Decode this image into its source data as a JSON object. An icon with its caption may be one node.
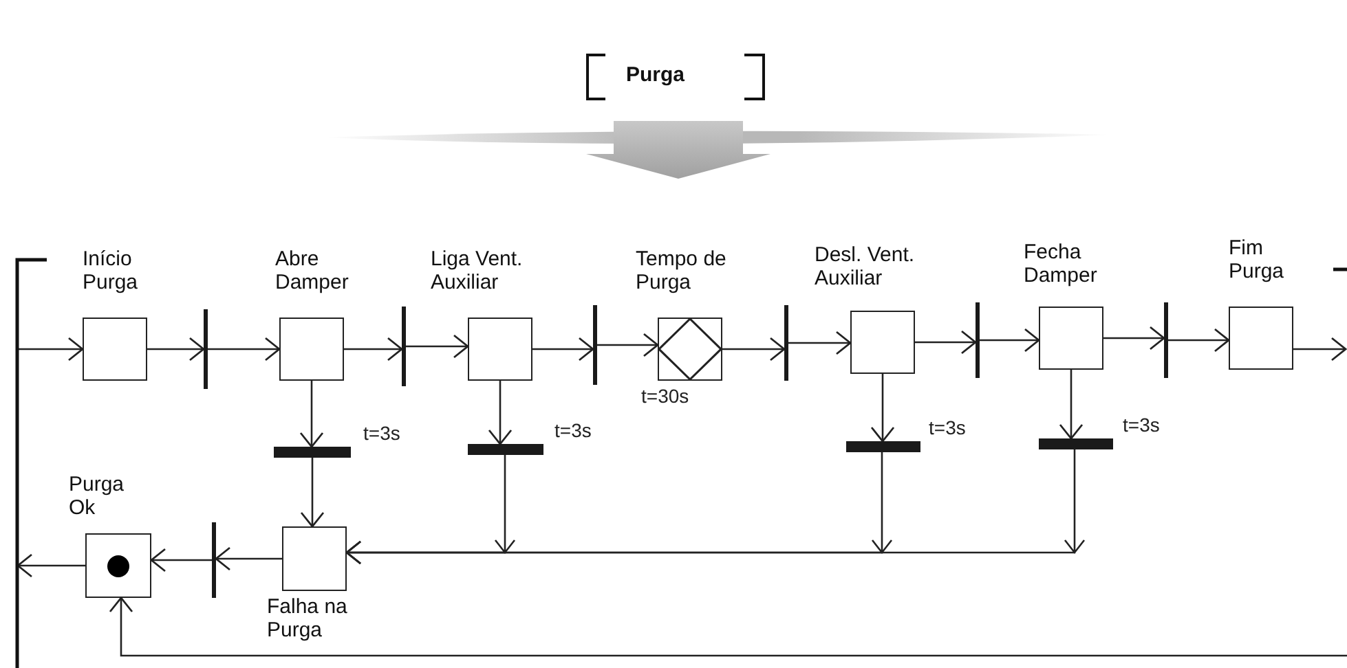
{
  "diagram": {
    "title": "Purga",
    "nodes": [
      {
        "text": [
          "Início Purga"
        ]
      },
      {
        "text": [],
        "shape": "bar"
      },
      {
        "text": [
          "Abre Damper"
        ]
      },
      {
        "text": [],
        "shape": "bar"
      },
      {
        "text": [
          "Liga Vent. Auxiliar"
        ]
      },
      {
        "text": [],
        "shape": "bar"
      },
      {
        "text": [
          "Tempo de Purga"
        ],
        "beside": [
          "t=30s"
        ]
      },
      {
        "text": [],
        "shape": "bar"
      },
      {
        "text": [
          "Desl. Vent. Auxiliar"
        ]
      },
      {
        "text": [],
        "shape": "bar"
      },
      {
        "text": [
          "Fecha Damper"
        ]
      },
      {
        "text": [],
        "shape": "bar"
      },
      {
        "text": [
          "Fim Purga"
        ]
      },
      {
        "text": [],
        "shape": "bar",
        "beside": [
          "t=3s"
        ]
      },
      {
        "text": [],
        "shape": "bar",
        "beside": [
          "t=3s"
        ]
      },
      {
        "text": [],
        "shape": "bar",
        "beside": [
          "t=3s"
        ]
      },
      {
        "text": [],
        "shape": "bar",
        "beside": [
          "t=3s"
        ]
      },
      {
        "text": [
          "Falha na Purga"
        ]
      },
      {
        "text": [],
        "shape": "bar"
      },
      {
        "text": [
          "Purga Ok"
        ]
      },
      {
        "text": [],
        "shape": "bracket"
      }
    ],
    "edges": [
      {
        "from": 20,
        "to": 0,
        "arrow": "to"
      },
      {
        "from": 0,
        "to": 1,
        "arrow": "to"
      },
      {
        "from": 1,
        "to": 2,
        "arrow": "to"
      },
      {
        "from": 2,
        "to": 3,
        "arrow": "to"
      },
      {
        "from": 3,
        "to": 4,
        "arrow": "to"
      },
      {
        "from": 4,
        "to": 5,
        "arrow": "to"
      },
      {
        "from": 5,
        "to": 6,
        "arrow": "to"
      },
      {
        "from": 6,
        "to": 7,
        "arrow": "to"
      },
      {
        "from": 7,
        "to": 8,
        "arrow": "to"
      },
      {
        "from": 8,
        "to": 9,
        "arrow": "to"
      },
      {
        "from": 9,
        "to": 10,
        "arrow": "to"
      },
      {
        "from": 10,
        "to": 11,
        "arrow": "to"
      },
      {
        "from": 11,
        "to": 12,
        "arrow": "to"
      },
      {
        "from": 12,
        "to": null,
        "arrow": "to"
      },
      {
        "from": 2,
        "to": 13,
        "arrow": "to"
      },
      {
        "from": 4,
        "to": 14,
        "arrow": "to"
      },
      {
        "from": 8,
        "to": 15,
        "arrow": "to"
      },
      {
        "from": 10,
        "to": 16,
        "arrow": "to"
      },
      {
        "from": 13,
        "to": 17,
        "arrow": "to"
      },
      {
        "from": 14,
        "to": 17,
        "arrow": "to"
      },
      {
        "from": 15,
        "to": 17,
        "arrow": "to"
      },
      {
        "from": 16,
        "to": 17,
        "arrow": "to"
      },
      {
        "from": 17,
        "to": 18,
        "arrow": "to"
      },
      {
        "from": 18,
        "to": 19,
        "arrow": "to"
      },
      {
        "from": 19,
        "to": 20,
        "arrow": "to"
      },
      {
        "from": null,
        "to": 19,
        "arrow": "to"
      }
    ]
  }
}
